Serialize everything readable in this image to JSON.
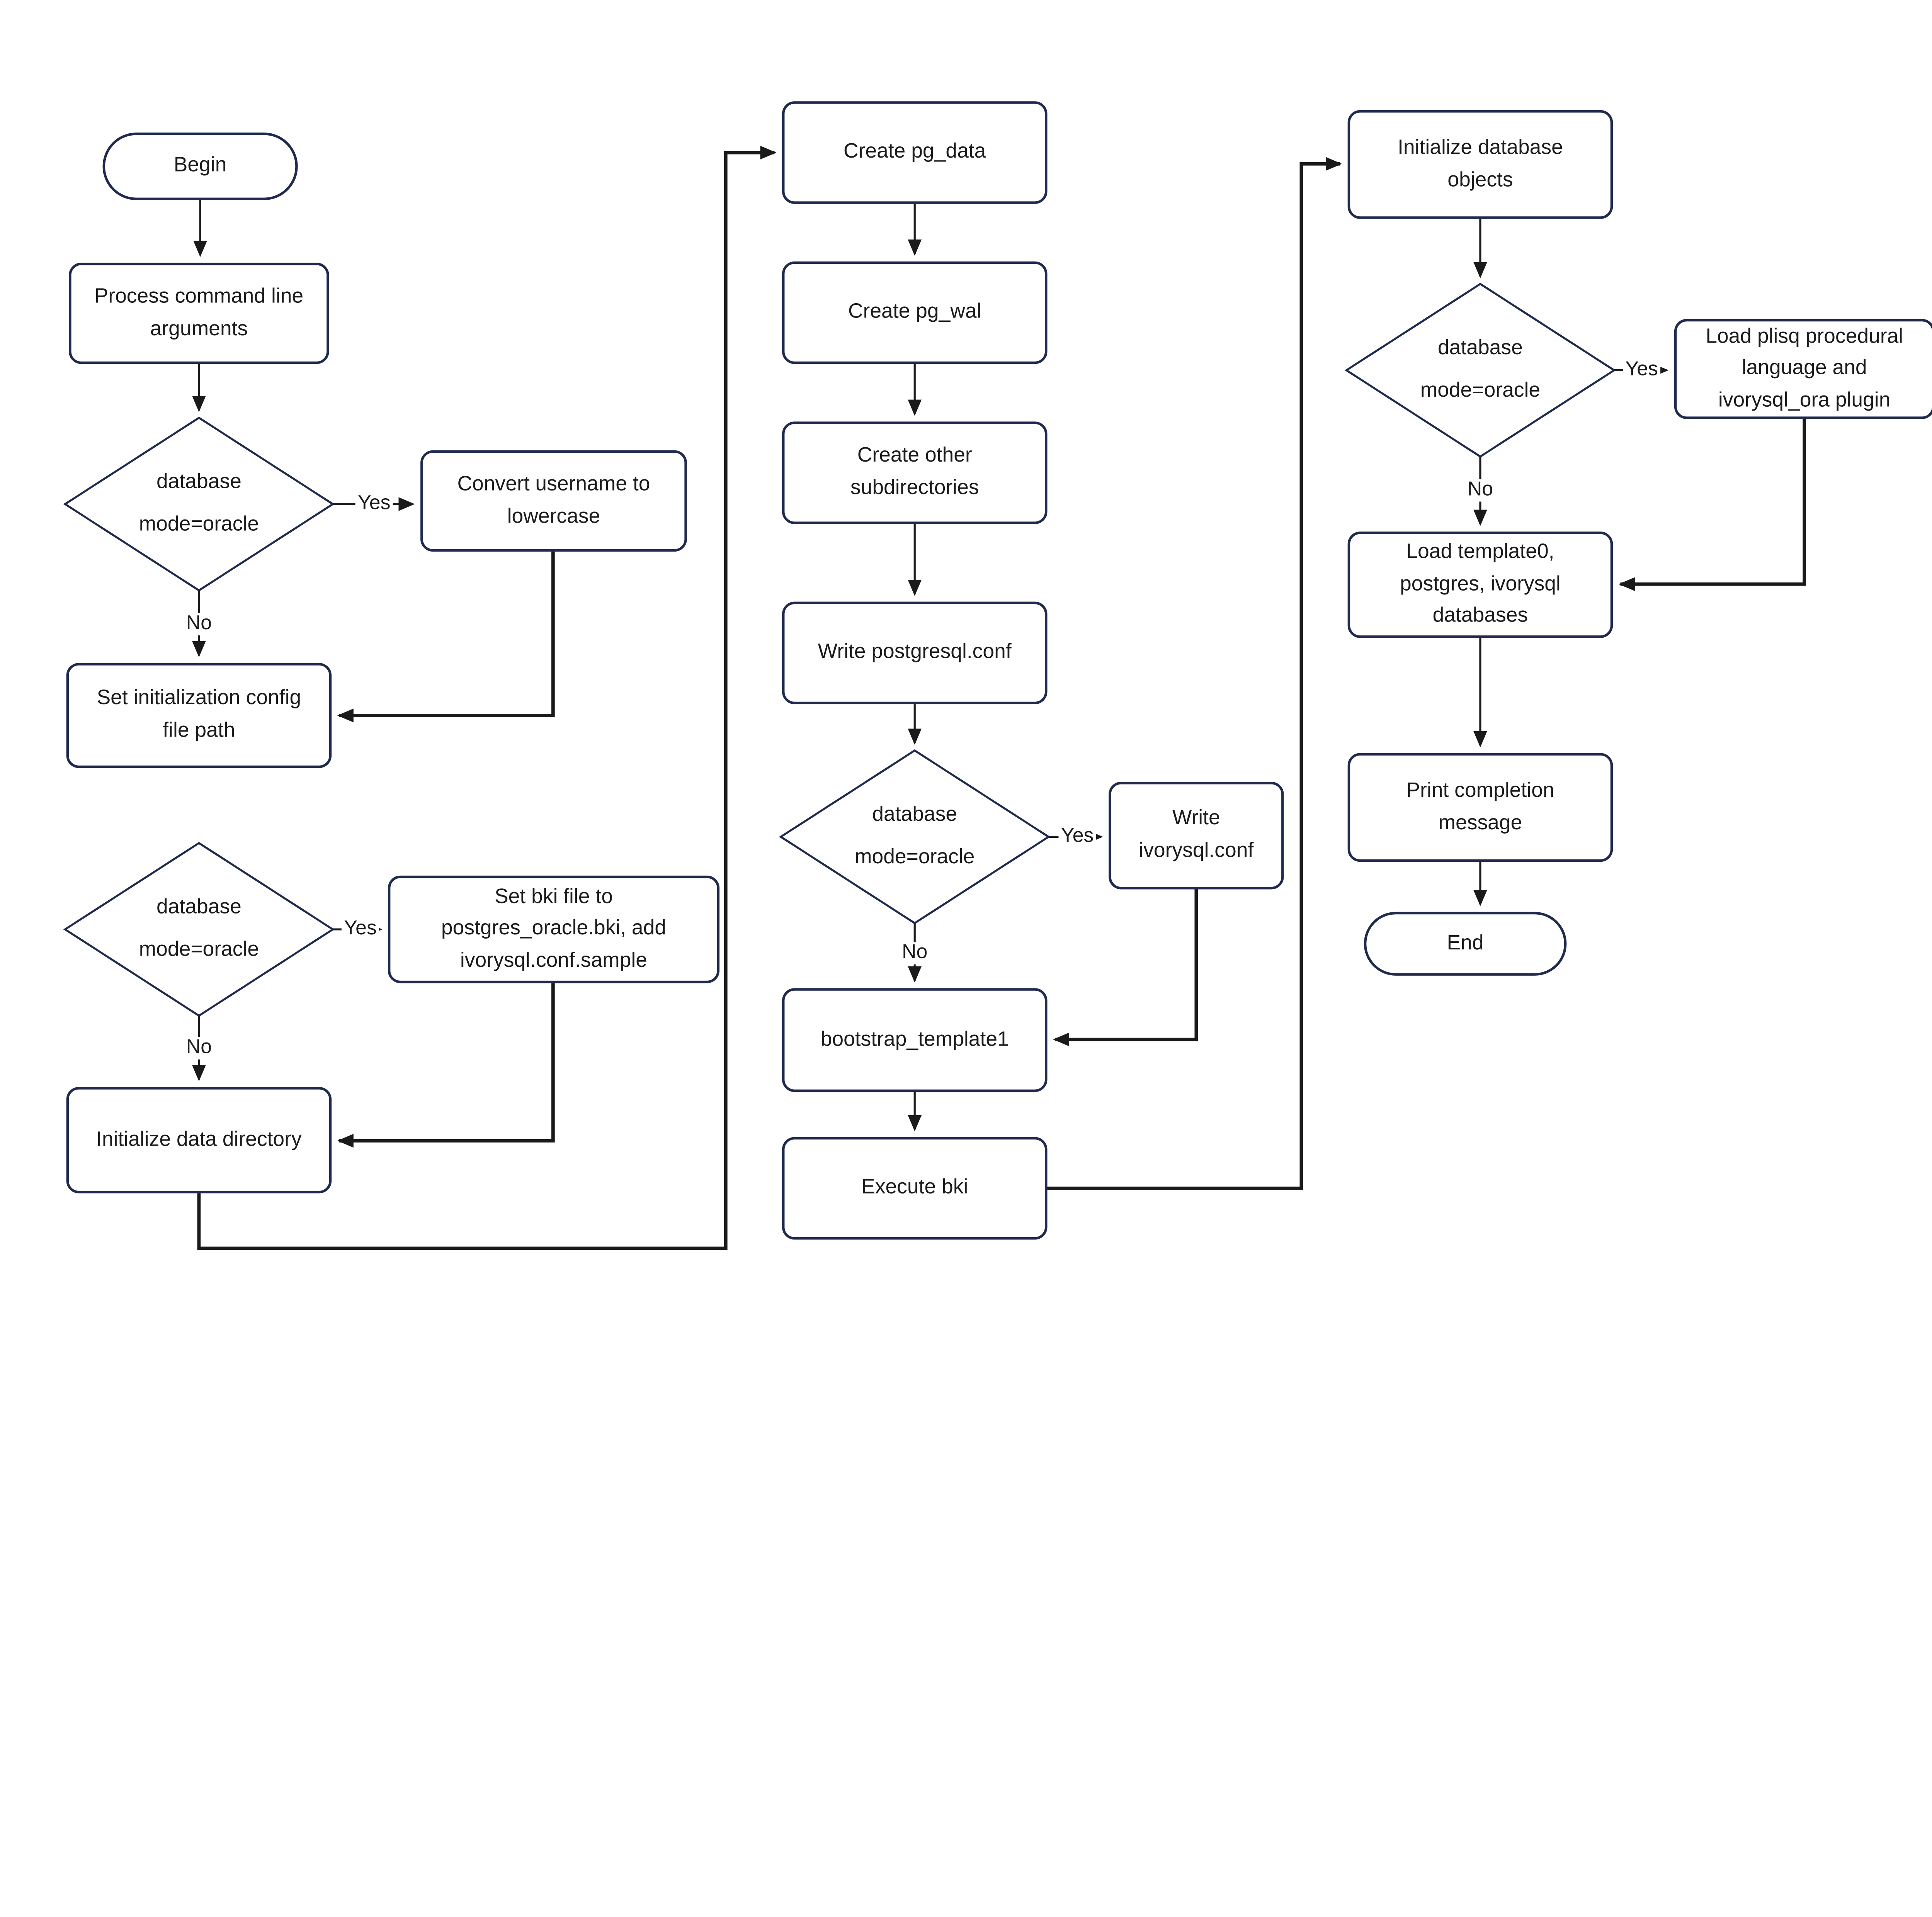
{
  "colors": {
    "node_border": "#1f2a4e",
    "node_fill": "#ffffff",
    "text": "#1a1a1a",
    "line": "#1a1a1a",
    "background": "#ffffff"
  },
  "edge_labels": {
    "yes": "Yes",
    "no": "No"
  },
  "nodes": {
    "begin": {
      "shape": "terminator",
      "label": "Begin"
    },
    "process_args": {
      "shape": "process",
      "label": "Process command line\narguments"
    },
    "decision1": {
      "shape": "decision",
      "label": "database\nmode=oracle"
    },
    "convert_username": {
      "shape": "process",
      "label": "Convert username to\nlowercase"
    },
    "set_config_path": {
      "shape": "process",
      "label": "Set initialization config\nfile path"
    },
    "decision2": {
      "shape": "decision",
      "label": "database\nmode=oracle"
    },
    "set_bki": {
      "shape": "process",
      "label": "Set bki file to\npostgres_oracle.bki, add\nivorysql.conf.sample"
    },
    "init_datadir": {
      "shape": "process",
      "label": "Initialize data directory"
    },
    "create_pg_data": {
      "shape": "process",
      "label": "Create pg_data"
    },
    "create_pg_wal": {
      "shape": "process",
      "label": "Create pg_wal"
    },
    "create_other": {
      "shape": "process",
      "label": "Create other\nsubdirectories"
    },
    "write_postgresql_conf": {
      "shape": "process",
      "label": "Write postgresql.conf"
    },
    "decision3": {
      "shape": "decision",
      "label": "database\nmode=oracle"
    },
    "write_ivorysql_conf": {
      "shape": "process",
      "label": "Write\nivorysql.conf"
    },
    "bootstrap_template1": {
      "shape": "process",
      "label": "bootstrap_template1"
    },
    "execute_bki": {
      "shape": "process",
      "label": "Execute bki"
    },
    "init_db_objects": {
      "shape": "process",
      "label": "Initialize database\nobjects"
    },
    "decision4": {
      "shape": "decision",
      "label": "database\nmode=oracle"
    },
    "load_plisq": {
      "shape": "process",
      "label": "Load plisq procedural\nlanguage and\nivorysql_ora plugin"
    },
    "load_databases": {
      "shape": "process",
      "label": "Load template0,\npostgres, ivorysql\ndatabases"
    },
    "print_completion": {
      "shape": "process",
      "label": "Print completion\nmessage"
    },
    "end": {
      "shape": "terminator",
      "label": "End"
    }
  }
}
